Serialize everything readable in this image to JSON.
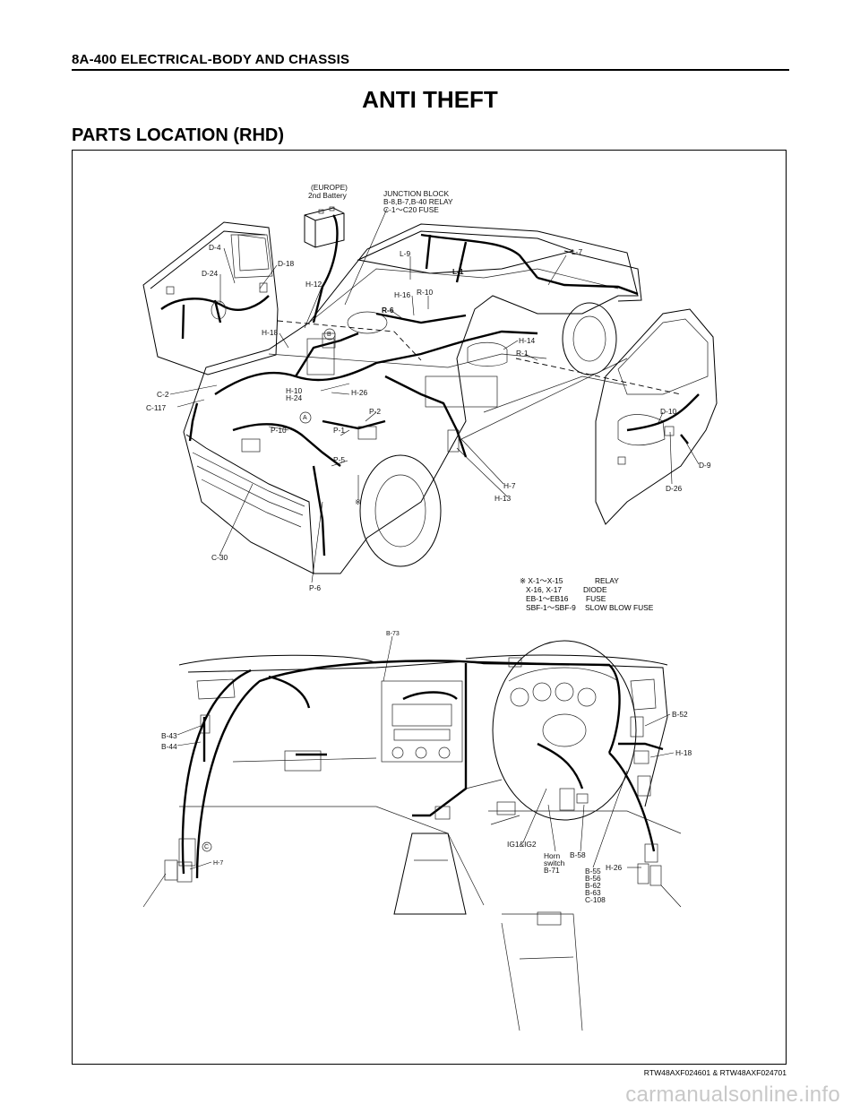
{
  "header": {
    "section": "8A-400  ELECTRICAL-BODY AND CHASSIS"
  },
  "title": "ANTI THEFT",
  "subtitle": "PARTS LOCATION (RHD)",
  "vehicle_labels": {
    "europe_battery": [
      "(EUROPE)",
      "2nd Battery"
    ],
    "junction_block": [
      "JUNCTION BLOCK",
      "B-8,B-7,B-40 RELAY",
      "C-1〜C20 FUSE"
    ],
    "d4": "D-4",
    "d24": "D-24",
    "d18": "D-18",
    "h12": "H-12",
    "h18top": "H-18",
    "l9": "L-9",
    "l1": "L-1",
    "l7": "L-7",
    "h16": "H-16",
    "r10": "R-10",
    "r6": "R-6",
    "h14": "H-14",
    "r1": "R-1",
    "c2": "C-2",
    "c117": "C-117",
    "h10": "H-10",
    "h24": "H-24",
    "h26top": "H-26",
    "p2": "P-2",
    "p1": "P-1",
    "p10": "P-10",
    "p5": "P-5",
    "d10": "D-10",
    "d9": "D-9",
    "d26": "D-26",
    "h7": "H-7",
    "h13": "H-13",
    "c30": "C-30",
    "p6": "P-6",
    "mark": "※",
    "circle_a": "A",
    "circle_b": "B"
  },
  "legend_note": {
    "rows": [
      {
        "code": "※ X-1〜X-15",
        "desc": "RELAY"
      },
      {
        "code": "   X-16, X-17",
        "desc": "DIODE"
      },
      {
        "code": "   EB-1〜EB16",
        "desc": "FUSE"
      },
      {
        "code": "   SBF-1〜SBF-9",
        "desc": "SLOW BLOW FUSE"
      }
    ]
  },
  "dash_labels": {
    "b73": "B-73",
    "b43": "B-43",
    "b44": "B-44",
    "h7": "H-7",
    "circle_c": "C",
    "b52": "B-52",
    "h18": "H-18",
    "ig": "IG1&IG2",
    "horn": [
      "Horn",
      "switch",
      "B-71"
    ],
    "b58": "B-58",
    "multi": [
      "B-55",
      "B-56",
      "B-62",
      "B-63",
      "C-108"
    ],
    "h26": "H-26"
  },
  "figure_ref": "RTW48AXF024601 & RTW48AXF024701",
  "watermark": "carmanualsonline.info"
}
